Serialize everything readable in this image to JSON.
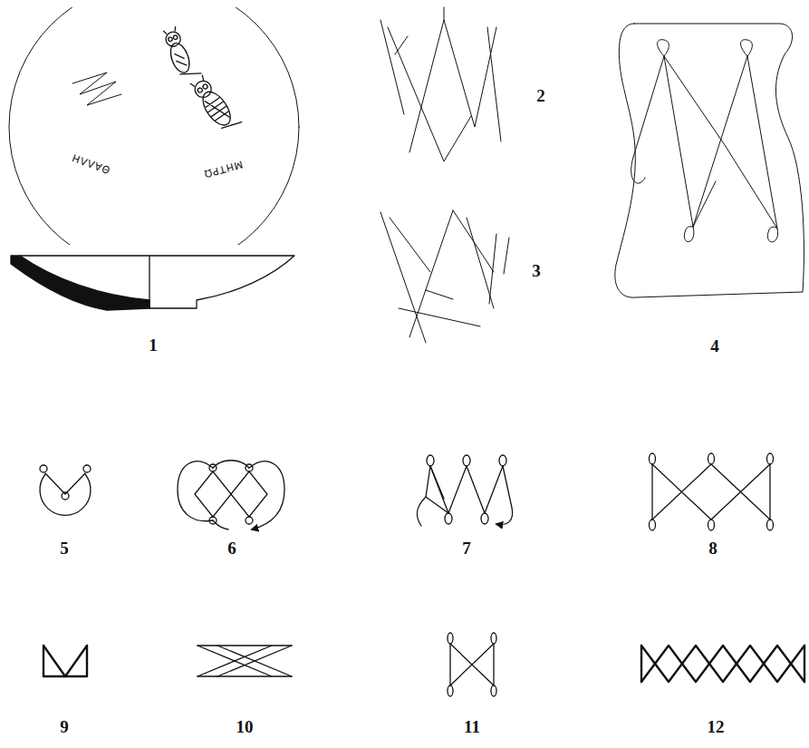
{
  "diagram": {
    "labels": [
      "ΘΑΛΛΗ",
      "ΜΗΤΡΩ",
      "2",
      "3",
      "1",
      "4",
      "5",
      "6",
      "7",
      "8",
      "9",
      "10",
      "11",
      "12"
    ]
  }
}
